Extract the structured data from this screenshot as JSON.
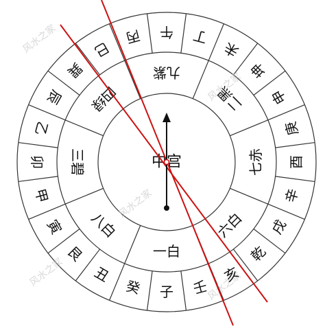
{
  "diagram": {
    "center_label": "中宫",
    "mountains": [
      "子",
      "癸",
      "丑",
      "艮",
      "寅",
      "甲",
      "卯",
      "乙",
      "辰",
      "巽",
      "巳",
      "丙",
      "午",
      "丁",
      "未",
      "坤",
      "申",
      "庚",
      "酉",
      "辛",
      "戌",
      "乾",
      "亥",
      "壬"
    ],
    "palaces": [
      "一白",
      "八白",
      "三碧",
      "四绿",
      "九紫",
      "二黑",
      "七赤",
      "六白"
    ],
    "watermarks": [
      "风水之家",
      "风水之家",
      "风水之家",
      "风水之家",
      "风水之家"
    ],
    "colors": {
      "rings": "#333333",
      "red_lines": "#cc1111",
      "pointer": "#111111"
    },
    "icons": {
      "needle": "compass-needle-arrow-icon",
      "pivot": "pivot-dot-icon"
    }
  }
}
